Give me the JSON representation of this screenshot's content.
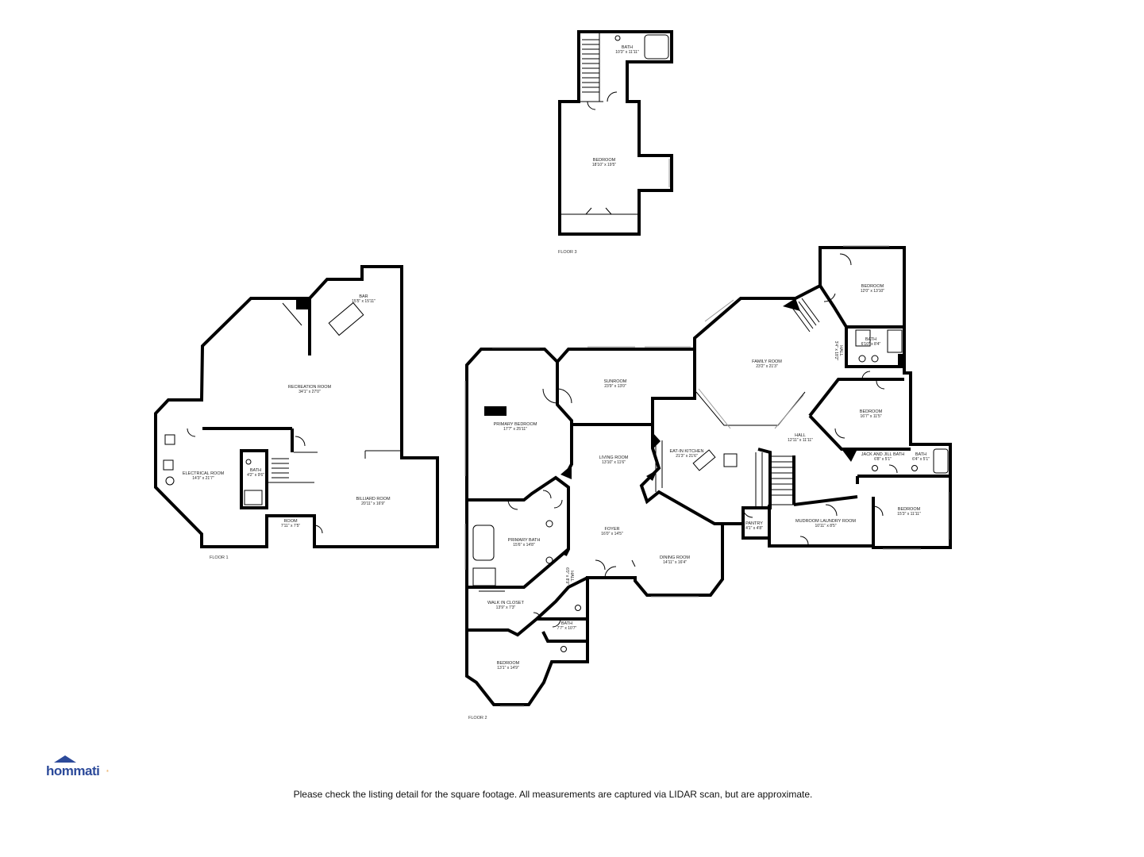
{
  "floors": [
    {
      "label": "FLOOR 1",
      "rooms": [
        {
          "name": "BAR",
          "dims": "15'5\" x 15'11\""
        },
        {
          "name": "RECREATION ROOM",
          "dims": "34'1\" x 27'0\""
        },
        {
          "name": "ELECTRICAL ROOM",
          "dims": "14'3\" x 21'7\""
        },
        {
          "name": "BATH",
          "dims": "4'2\" x 9'6\""
        },
        {
          "name": "BILLIARD ROOM",
          "dims": "20'11\" x 16'9\""
        },
        {
          "name": "ROOM",
          "dims": "7'11\" x 7'5\""
        }
      ]
    },
    {
      "label": "FLOOR 2",
      "rooms": [
        {
          "name": "PRIMARY BEDROOM",
          "dims": "17'7\" x 25'11\""
        },
        {
          "name": "SUNROOM",
          "dims": "23'9\" x 13'0\""
        },
        {
          "name": "FAMILY ROOM",
          "dims": "23'2\" x 21'3\""
        },
        {
          "name": "BEDROOM",
          "dims": "12'0\" x 13'10\""
        },
        {
          "name": "BATH",
          "dims": "6'10\" x 8'4\""
        },
        {
          "name": "HALL",
          "dims": "3'4\" x 18'2\""
        },
        {
          "name": "BEDROOM",
          "dims": "16'7\" x 11'5\""
        },
        {
          "name": "HALL",
          "dims": "12'11\" x 11'11\""
        },
        {
          "name": "JACK AND JILL BATH",
          "dims": "6'8\" x 5'1\""
        },
        {
          "name": "BATH",
          "dims": "6'4\" x 5'1\""
        },
        {
          "name": "BEDROOM",
          "dims": "15'3\" x 11'11\""
        },
        {
          "name": "MUDROOM LAUNDRY ROOM",
          "dims": "10'11\" x 8'5\""
        },
        {
          "name": "PANTRY",
          "dims": "4'1\" x 4'8\""
        },
        {
          "name": "EAT-IN KITCHEN",
          "dims": "21'3\" x 21'6\""
        },
        {
          "name": "LIVING ROOM",
          "dims": "13'10\" x 11'6\""
        },
        {
          "name": "FOYER",
          "dims": "16'0\" x 14'5\""
        },
        {
          "name": "DINING ROOM",
          "dims": "14'11\" x 16'4\""
        },
        {
          "name": "PRIMARY BATH",
          "dims": "15'6\" x 14'8\""
        },
        {
          "name": "HALL",
          "dims": "6'0\" x 8'9\""
        },
        {
          "name": "WALK IN CLOSET",
          "dims": "13'9\" x 7'3\""
        },
        {
          "name": "BATH",
          "dims": "7'7\" x 10'7\""
        },
        {
          "name": "BEDROOM",
          "dims": "13'1\" x 14'9\""
        }
      ]
    },
    {
      "label": "FLOOR 3",
      "rooms": [
        {
          "name": "BATH",
          "dims": "10'3\" x 11'11\""
        },
        {
          "name": "BEDROOM",
          "dims": "18'10\" x 19'5\""
        }
      ]
    }
  ],
  "logo": {
    "text": "hommati",
    "mark": "®"
  },
  "disclaimer": "Please check the listing detail for the square footage. All measurements are captured via LIDAR scan, but are approximate."
}
